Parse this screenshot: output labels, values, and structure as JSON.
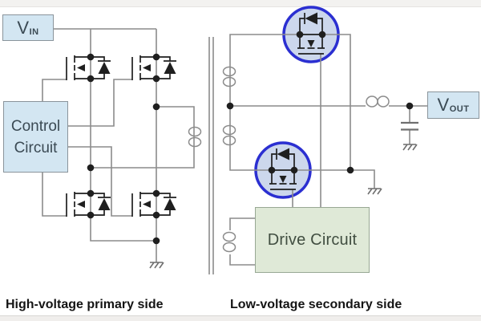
{
  "boxes": {
    "vin": {
      "main": "V",
      "sub": "IN"
    },
    "vout": {
      "main": "V",
      "sub": "OUT"
    },
    "control": {
      "line1": "Control",
      "line2": "Circuit"
    },
    "drive": {
      "label": "Drive Circuit"
    }
  },
  "captions": {
    "primary": "High-voltage primary side",
    "secondary": "Low-voltage secondary side"
  },
  "components": {
    "primary_bridge_mosfet_count": 4,
    "highlighted_secondary_rectifier_mosfet_count": 2,
    "transformer": "center-tapped secondary with auxiliary winding",
    "output_filter": "inductor and capacitor to ground",
    "ground_symbol_count": 3
  },
  "colors": {
    "wire": "#8c8c8c",
    "symbol_black": "#1f1f1f",
    "highlight_ring_blue": "#2b2fd1",
    "highlight_fill": "#ccd7ec",
    "label_box_blue": "#d3e6f2",
    "label_box_green": "#dfe9d7",
    "caption_text": "#141414"
  }
}
